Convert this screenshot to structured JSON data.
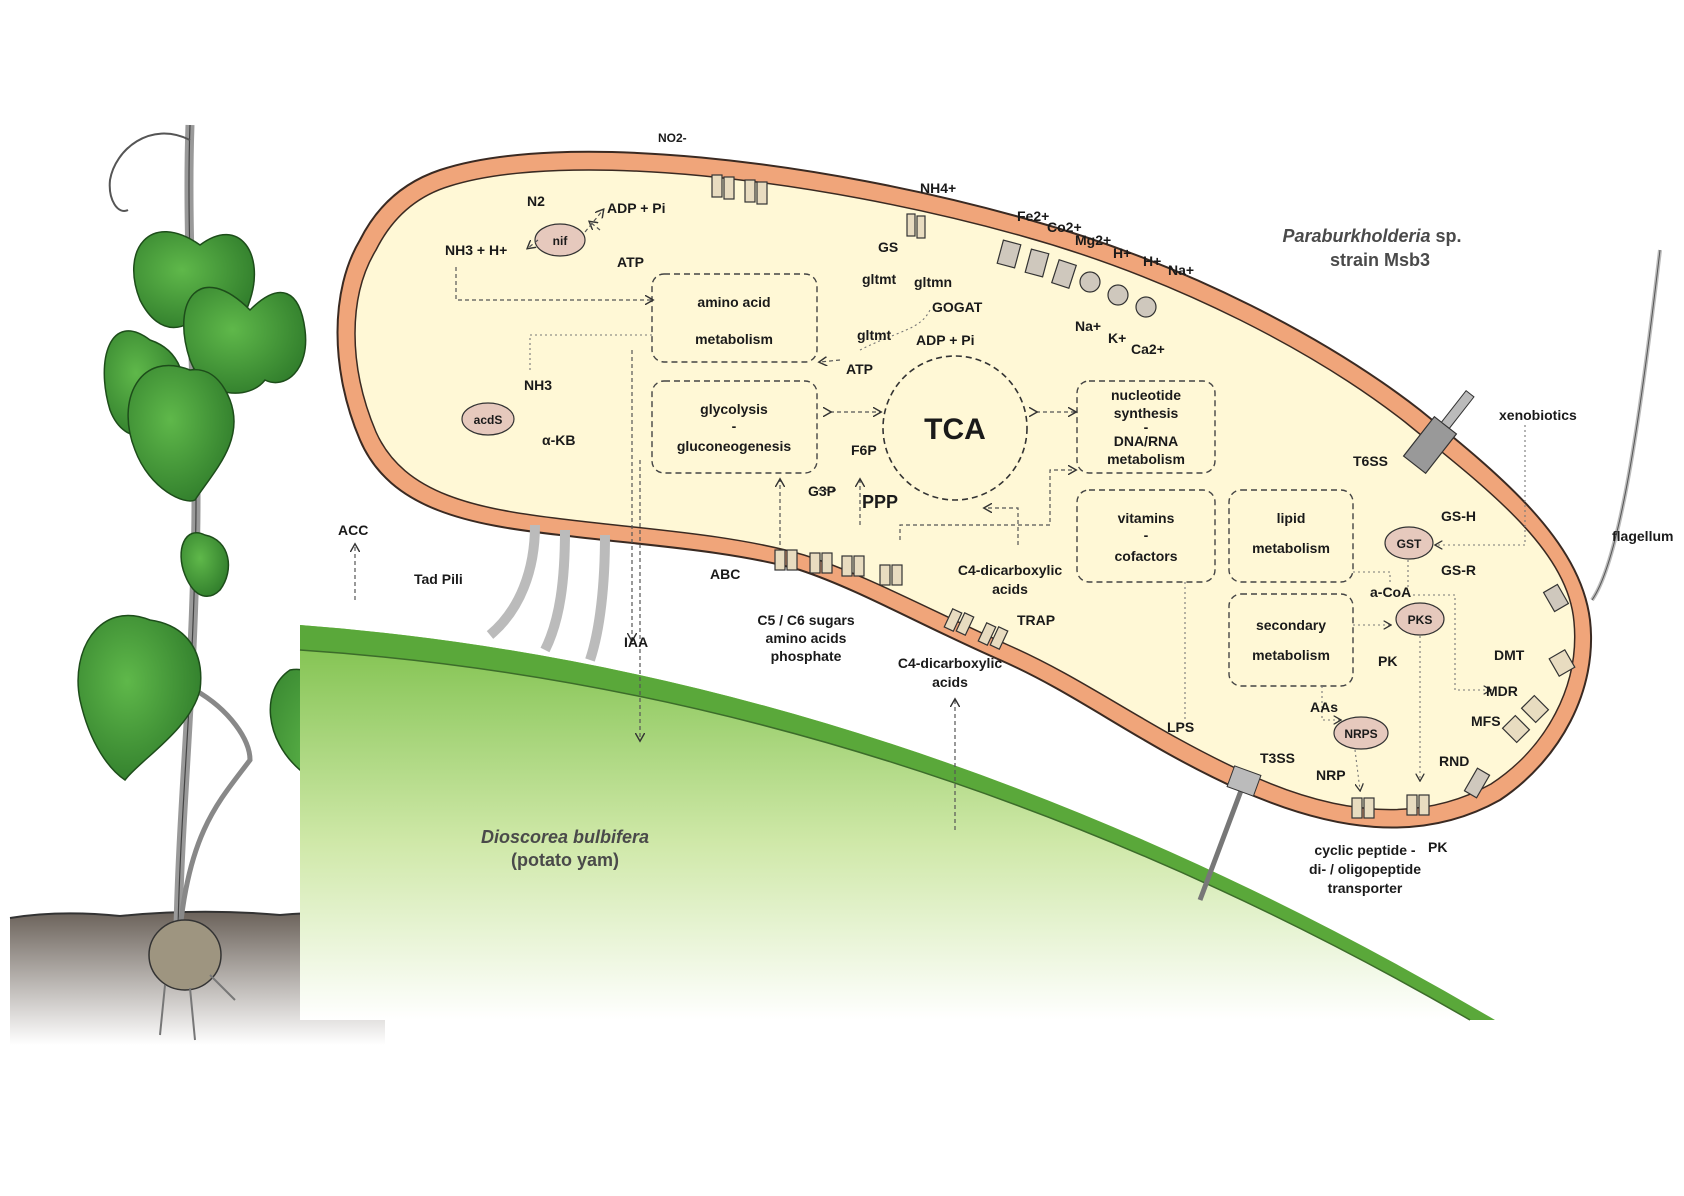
{
  "organisms": {
    "bacterium_genus": "Paraburkholderia",
    "bacterium_suffix": "sp.",
    "bacterium_strain": "strain Msb3",
    "plant_species": "Dioscorea bulbifera",
    "plant_common": "(potato yam)"
  },
  "boxes": {
    "amino_acid": [
      "amino acid",
      "metabolism"
    ],
    "glycolysis": [
      "glycolysis",
      "-",
      "gluconeogenesis"
    ],
    "nucleotide": [
      "nucleotide",
      "synthesis",
      "-",
      "DNA/RNA",
      "metabolism"
    ],
    "vitamins": [
      "vitamins",
      "-",
      "cofactors"
    ],
    "lipid": [
      "lipid",
      "metabolism"
    ],
    "secondary": [
      "secondary",
      "metabolism"
    ]
  },
  "center": {
    "tca": "TCA",
    "ppp": "PPP"
  },
  "enzymes": {
    "nif": "nif",
    "acds": "acdS",
    "gst": "GST",
    "pks": "PKS",
    "nrps": "NRPS"
  },
  "labels": {
    "no2": "NO2-",
    "n2": "N2",
    "adp_pi_top": "ADP + Pi",
    "nh3_h": "NH3 + H+",
    "atp_top": "ATP",
    "nh4": "NH4+",
    "gs": "GS",
    "gltmt1": "gltmt",
    "gltmn": "gltmn",
    "gogat": "GOGAT",
    "gltmt2": "gltmt",
    "adp_pi_mid": "ADP + Pi",
    "atp_mid": "ATP",
    "nh3": "NH3",
    "akb": "α-KB",
    "f6p": "F6P",
    "g3p": "G3P",
    "fe": "Fe2+",
    "co": "Co2+",
    "mg": "Mg2+",
    "h1": "H+",
    "h2": "H+",
    "na_out": "Na+",
    "na_in": "Na+",
    "k": "K+",
    "ca": "Ca2+",
    "t6ss": "T6SS",
    "xenobiotics": "xenobiotics",
    "flagellum": "flagellum",
    "gsh": "GS-H",
    "gsr": "GS-R",
    "acoa": "a-CoA",
    "pk1": "PK",
    "dmt": "DMT",
    "mdr": "MDR",
    "mfs": "MFS",
    "rnd": "RND",
    "aas": "AAs",
    "nrp": "NRP",
    "pk2": "PK",
    "lps": "LPS",
    "t3ss": "T3SS",
    "cyclic1": "cyclic peptide -",
    "cyclic2": "di- / oligopeptide",
    "cyclic3": "transporter",
    "acc": "ACC",
    "tad": "Tad Pili",
    "iaa": "IAA",
    "abc": "ABC",
    "sugars1": "C5 / C6 sugars",
    "sugars2": "amino acids",
    "sugars3": "phosphate",
    "c4in1": "C4-dicarboxylic",
    "c4in2": "acids",
    "trap": "TRAP",
    "c4out1": "C4-dicarboxylic",
    "c4out2": "acids"
  },
  "colors": {
    "membrane": "#f0a57a",
    "cytoplasm": "#fff8d6",
    "leaf": "#3f9a32",
    "leaf_surface": "#7cc04a",
    "soil": "#9a8f84"
  }
}
